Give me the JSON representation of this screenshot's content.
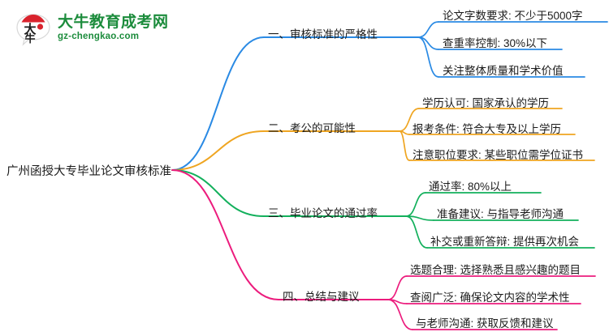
{
  "logo": {
    "mark_label": "大牛",
    "title": "大牛教育成考网",
    "url": "gz-chengkao.com",
    "brand_green": "#1c8c3c",
    "brand_red": "#d9232d"
  },
  "mindmap": {
    "root": {
      "label": "广州函授大专毕业论文审核标准"
    },
    "branches": [
      {
        "label": "一、审核标准的严格性",
        "color": "#2a8ae4",
        "children": [
          {
            "label": "论文字数要求: 不少于5000字"
          },
          {
            "label": "查重率控制: 30%以下"
          },
          {
            "label": "关注整体质量和学术价值"
          }
        ]
      },
      {
        "label": "二、考公的可能性",
        "color": "#efa521",
        "children": [
          {
            "label": "学历认可: 国家承认的学历"
          },
          {
            "label": "报考条件: 符合大专及以上学历"
          },
          {
            "label": "注意职位要求: 某些职位需学位证书"
          }
        ]
      },
      {
        "label": "三、毕业论文的通过率",
        "color": "#13b05c",
        "children": [
          {
            "label": "通过率: 80%以上"
          },
          {
            "label": "准备建议: 与指导老师沟通"
          },
          {
            "label": "补交或重新答辩: 提供再次机会"
          }
        ]
      },
      {
        "label": "四、总结与建议",
        "color": "#ec1c7d",
        "children": [
          {
            "label": "选题合理: 选择熟悉且感兴趣的题目"
          },
          {
            "label": "查阅广泛: 确保论文内容的学术性"
          },
          {
            "label": "与老师沟通: 获取反馈和建议"
          }
        ]
      }
    ]
  }
}
